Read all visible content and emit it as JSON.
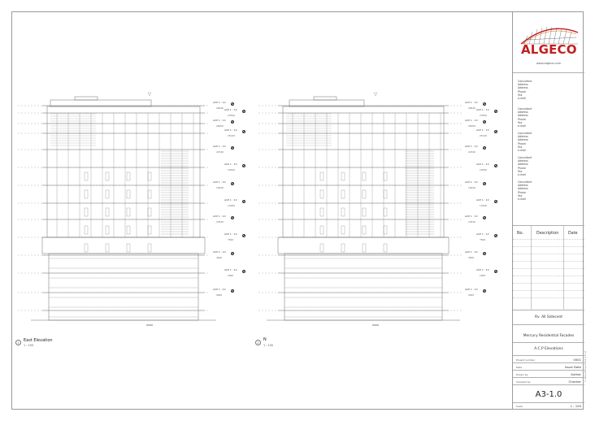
{
  "title_block": {
    "logo_text": "ALGECO",
    "website": "www.algeco.com",
    "contacts": [
      [
        "Consultant",
        "Address",
        "Address",
        "Phone",
        "Fax",
        "e-mail"
      ],
      [
        "Consultant",
        "Address",
        "Address",
        "Phone",
        "Fax",
        "e-mail"
      ],
      [
        "Consultant",
        "Address",
        "Address",
        "Phone",
        "Fax",
        "e-mail"
      ],
      [
        "Consultant",
        "Address",
        "Address",
        "Phone",
        "Fax",
        "e-mail"
      ],
      [
        "Consultant",
        "Address",
        "Address",
        "Phone",
        "Fax",
        "e-mail"
      ]
    ],
    "revision_header": {
      "no": "No.",
      "description": "Description",
      "date": "Date"
    },
    "submission": "Rv. All Sidecent",
    "project": "Mercury Residential Facades",
    "sheet_name": "A.C.P Elevations",
    "fields": [
      {
        "label": "Project number",
        "value": "0001"
      },
      {
        "label": "Date",
        "value": "Issue Date"
      },
      {
        "label": "Drawn by",
        "value": "Author"
      },
      {
        "label": "Checked by",
        "value": "Checker"
      }
    ],
    "sheet_number": "A3-1.0",
    "scale_label": "Scale",
    "scale_value": "1 : 100"
  },
  "views": [
    {
      "number": "1",
      "name": "East Elevation",
      "scale": "1 : 100"
    },
    {
      "number": "2",
      "name": "N",
      "scale": "1 : 100"
    }
  ],
  "levels": {
    "left": [
      {
        "text": "ACP 1 : 10",
        "elev": "28440"
      },
      {
        "text": "ACP 1 : 10",
        "elev": "27840"
      },
      {
        "text": "ACP 1 : 10",
        "elev": "26400"
      },
      {
        "text": "ACP 1 : 10",
        "elev": "25140"
      },
      {
        "text": "ACP 1 : 10",
        "elev": "22340"
      },
      {
        "text": "ACP 1 : 10",
        "elev": "19390"
      },
      {
        "text": "ACP 1 : 10",
        "elev": "16440"
      },
      {
        "text": "ACP 1 : 10",
        "elev": "13490"
      },
      {
        "text": "ACP 1 : 10",
        "elev": "10540"
      },
      {
        "text": "ACP 1 : 10",
        "elev": "7590"
      },
      {
        "text": "ACP 1 : 10",
        "elev": "4640"
      },
      {
        "text": "ACP 1 : 10",
        "elev": "1690"
      },
      {
        "text": "ACP 1 : 10",
        "elev": "0000"
      }
    ],
    "right": [
      {
        "text": "ACP 1 : 10",
        "elev": "28440"
      },
      {
        "text": "ACP 1 : 10",
        "elev": "27840"
      },
      {
        "text": "ACP 1 : 10",
        "elev": "26400"
      },
      {
        "text": "ACP 1 : 10",
        "elev": "25140"
      },
      {
        "text": "ACP 1 : 10",
        "elev": "22340"
      },
      {
        "text": "ACP 1 : 10",
        "elev": "19390"
      },
      {
        "text": "ACP 1 : 10",
        "elev": "16440"
      },
      {
        "text": "ACP 1 : 10",
        "elev": "13490"
      },
      {
        "text": "ACP 1 : 10",
        "elev": "10540"
      },
      {
        "text": "ACP 1 : 10",
        "elev": "7590"
      },
      {
        "text": "ACP 1 : 10",
        "elev": "4640"
      },
      {
        "text": "ACP 1 : 10",
        "elev": "1690"
      },
      {
        "text": "ACP 1 : 10",
        "elev": "0000"
      }
    ]
  },
  "file_stamp": "C:\\Users\\Projects\\A3-1.0.rvt",
  "colors": {
    "line": "#6e6e6e",
    "logo": "#c41e1e",
    "accent": "#e06a1b"
  }
}
